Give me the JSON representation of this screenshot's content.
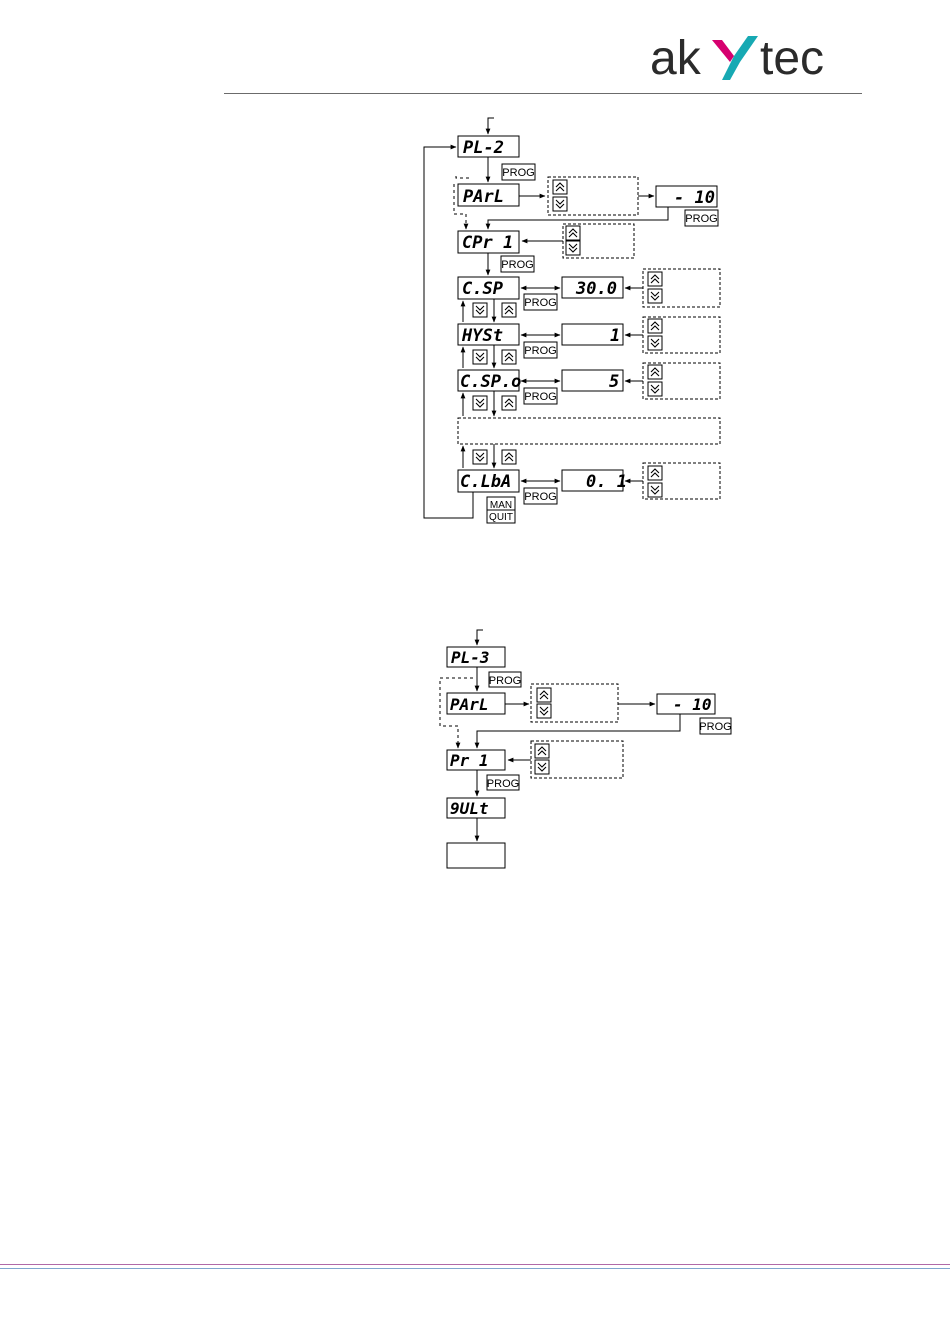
{
  "logo": {
    "prefix": "ak",
    "suffix": "tec",
    "accent_color": "#d6006f",
    "teal_color": "#17a9b3",
    "text_color": "#2b2b2b"
  },
  "diagram_1": {
    "displays": {
      "pl2": "PL-2",
      "parl": "PArL",
      "cpr1": "CPr 1",
      "csp": "C.SP",
      "hyst": "HYSt",
      "cspo": "C.SP.o",
      "clba": "C.LbA",
      "val_minus10": "- 10",
      "val_csp": "30.0",
      "val_hyst": "1",
      "val_cspo": "5",
      "val_clba": "0. 1"
    },
    "buttons": {
      "prog": "PROG",
      "man": "MAN",
      "quit": "QUIT"
    }
  },
  "diagram_2": {
    "displays": {
      "pl3": "PL-3",
      "parl": "PArL",
      "val_minus10": "- 10",
      "pr1": "Pr 1",
      "quit": "9ULt",
      "empty": ""
    },
    "buttons": {
      "prog": "PROG"
    }
  }
}
